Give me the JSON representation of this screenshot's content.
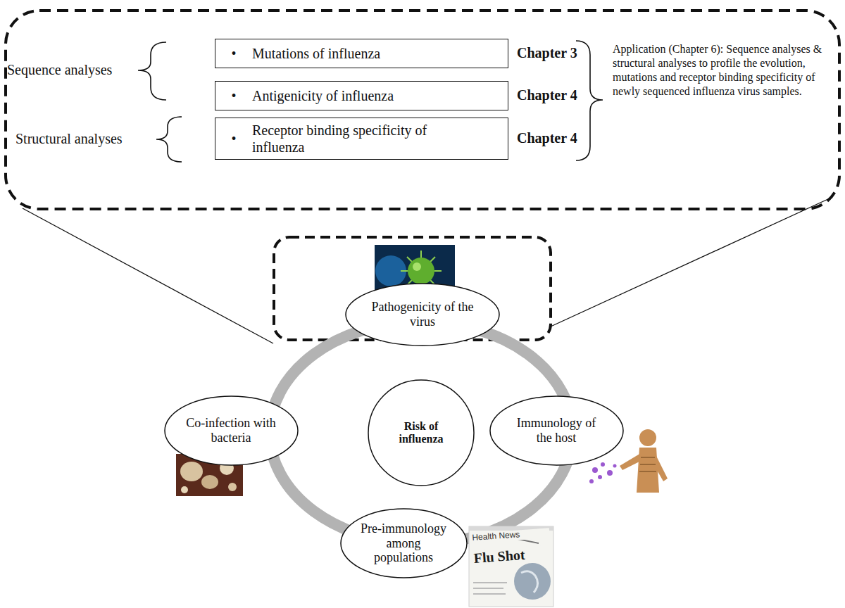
{
  "diagram": {
    "nodes": [
      {
        "text": [
          "•",
          "Mutations of influenza"
        ]
      },
      {
        "text": [
          "•",
          "Antigenicity of influenza"
        ]
      },
      {
        "text": [
          "•",
          "Receptor binding specificity of influenza"
        ]
      },
      {
        "text": [
          "Pathogenicity of the virus"
        ]
      },
      {
        "text": [
          "Co-infection with bacteria"
        ]
      },
      {
        "text": [
          "Risk of influenza"
        ]
      },
      {
        "text": [
          "Immunology of the host"
        ]
      },
      {
        "text": [
          "Pre-immunology among populations"
        ]
      }
    ],
    "labels": [
      "Sequence analyses",
      "Structural analyses",
      "Chapter 3",
      "Chapter 4",
      "Chapter 4",
      "Application (Chapter 6): Sequence analyses & structural analyses to profile the evolution, mutations and receptor binding specificity of newly sequenced influenza virus samples.",
      "Health News",
      "Flu Shot"
    ]
  }
}
